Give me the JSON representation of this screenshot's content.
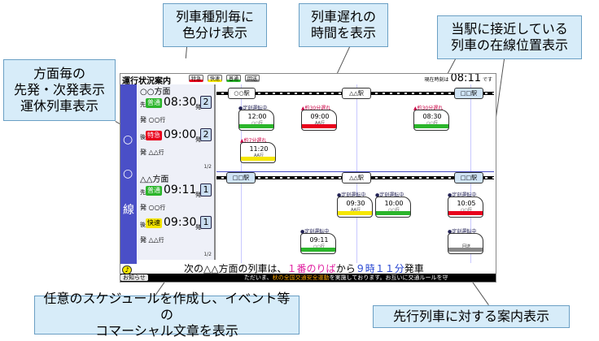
{
  "callouts": {
    "train_type_color": "列車種別毎に\n色分け表示",
    "delay_time": "列車遅れの\n時間を表示",
    "position": "当駅に接近している\n列車の在線位置表示",
    "direction": "方面毎の\n先発・次発表示\n運休列車表示",
    "schedule": "任意のスケジュールを作成し、イベント等の\nコマーシャル文章を表示",
    "preceding": "先行列車に対する案内表示"
  },
  "header": {
    "title": "運行状況案内",
    "legend": [
      {
        "label": "特急",
        "color": "#e8001c"
      },
      {
        "label": "快速",
        "color": "#f5e600"
      },
      {
        "label": "普通",
        "color": "#2bb52b"
      },
      {
        "label": "回送",
        "color": "#888888"
      }
    ],
    "clock_prefix": "現在時刻は",
    "clock_time": "08:11",
    "clock_suffix": "です"
  },
  "line_name": [
    "○",
    "○",
    "線"
  ],
  "directions": [
    {
      "name": "○○方面",
      "trains": [
        {
          "order": "先発",
          "kind": "普通",
          "kind_color": "#2bb52b",
          "time": "08:30",
          "unit": "発",
          "platform": "2",
          "dest": "○○",
          "dest_suffix": "行"
        },
        {
          "order": "後発",
          "kind": "特急",
          "kind_color": "#e8001c",
          "time": "09:00",
          "unit": "発",
          "platform": "2",
          "dest": "△△",
          "dest_suffix": "行"
        }
      ],
      "page": "1/2"
    },
    {
      "name": "△△方面",
      "trains": [
        {
          "order": "先発",
          "kind": "普通",
          "kind_color": "#2bb52b",
          "time": "09:11",
          "unit": "発",
          "platform": "1",
          "dest": "○○",
          "dest_suffix": "行"
        },
        {
          "order": "後発",
          "kind": "快速",
          "kind_color": "#f5e600",
          "time": "09:30",
          "unit": "発",
          "platform": "1",
          "dest": "△△",
          "dest_suffix": "行"
        }
      ],
      "page": "1/2"
    }
  ],
  "tracks": {
    "upper_stations": [
      "○○駅",
      "△△駅",
      "□□駅"
    ],
    "lower_stations": [
      "□□駅",
      "△△駅",
      "□□駅"
    ]
  },
  "trains": [
    {
      "tag": "●定刻運転中",
      "late": false,
      "time": "12:00",
      "dest": "○○行",
      "color": "#2bb52b",
      "slot": "u1"
    },
    {
      "tag": "▲約30分遅れ",
      "late": true,
      "time": "09:00",
      "dest": "AA行",
      "color": "#e8001c",
      "slot": "u2"
    },
    {
      "tag": "▲約30分遅れ",
      "late": true,
      "time": "08:30",
      "dest": "○○行",
      "color": "#2bb52b",
      "slot": "u3"
    },
    {
      "tag": "▲約7分遅れ",
      "late": true,
      "time": "11:20",
      "dest": "AA行",
      "color": "#f5e600",
      "slot": "u4"
    },
    {
      "tag": "●定刻運転中",
      "late": false,
      "time": "09:30",
      "dest": "AA行",
      "color": "#f5e600",
      "slot": "l1"
    },
    {
      "tag": "●定刻運転中",
      "late": false,
      "time": "10:00",
      "dest": "○○行",
      "color": "#2bb52b",
      "slot": "l2"
    },
    {
      "tag": "●定刻運転中",
      "late": false,
      "time": "10:05",
      "dest": "○○行",
      "color": "#e8001c",
      "slot": "l3"
    },
    {
      "tag": "●定刻運転中",
      "late": false,
      "time": "09:11",
      "dest": "○○行",
      "color": "#2bb52b",
      "slot": "l4"
    },
    {
      "tag": "●定刻運転中",
      "late": false,
      "time": "",
      "dest": "回送",
      "color": "#888888",
      "slot": "l5"
    }
  ],
  "banner": {
    "pre": "次の△△方面の列車は、",
    "platform": "１番のりば",
    "mid": "から",
    "time": "９時１１分",
    "post": "発車"
  },
  "notice": {
    "label": "お知らせ",
    "pre": "ただいま、",
    "highlight": "秋の全国交通安全運動",
    "post": "を実施しております。お互いに交通ルールを守"
  }
}
